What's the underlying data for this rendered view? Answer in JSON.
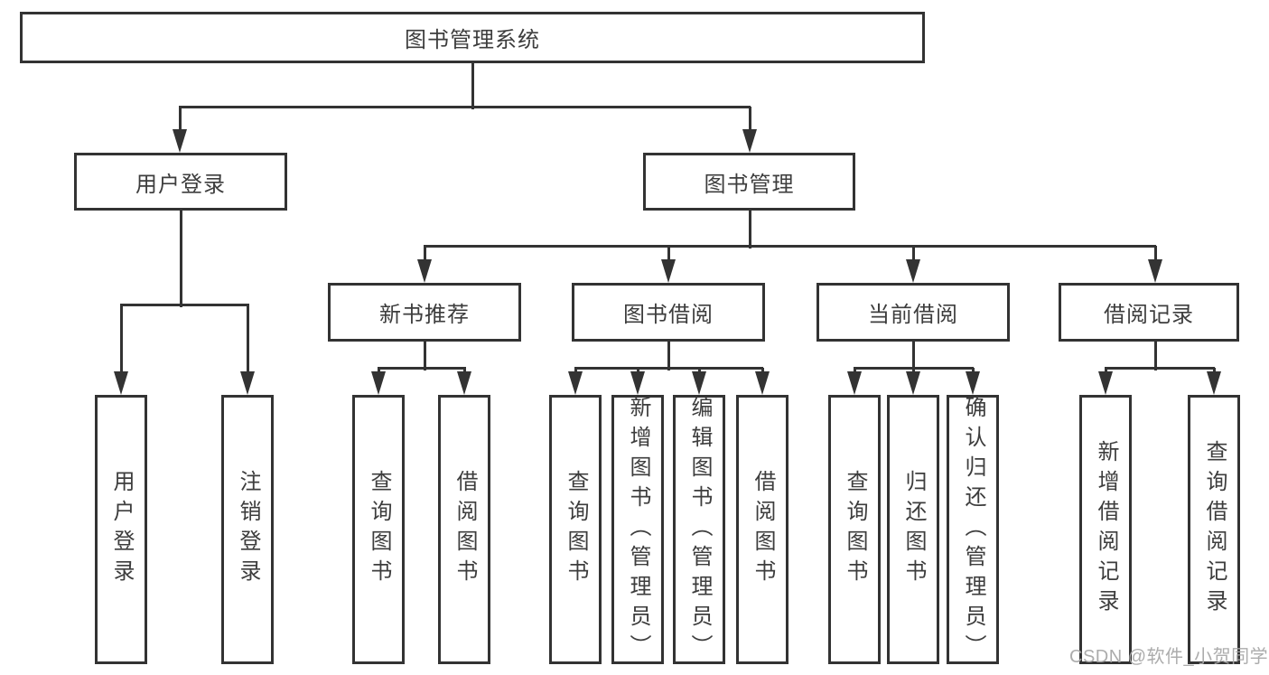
{
  "diagram": {
    "type": "hierarchy-tree",
    "nodes": {
      "root": "图书管理系统",
      "user_login": "用户登录",
      "book_mgmt": "图书管理",
      "l3": [
        "新书推荐",
        "图书借阅",
        "当前借阅",
        "借阅记录"
      ],
      "user_leaves": [
        "用户登录",
        "注销登录"
      ],
      "recommend_leaves": [
        "查询图书",
        "借阅图书"
      ],
      "borrow_leaves": [
        "查询图书",
        "新增图书（管理员）",
        "编辑图书（管理员）",
        "借阅图书"
      ],
      "current_leaves": [
        "查询图书",
        "归还图书",
        "确认归还（管理员）"
      ],
      "record_leaves": [
        "新增借阅记录",
        "查询借阅记录"
      ]
    },
    "structure": {
      "图书管理系统": [
        "用户登录",
        "图书管理"
      ],
      "用户登录": [
        "用户登录",
        "注销登录"
      ],
      "图书管理": [
        "新书推荐",
        "图书借阅",
        "当前借阅",
        "借阅记录"
      ],
      "新书推荐": [
        "查询图书",
        "借阅图书"
      ],
      "图书借阅": [
        "查询图书",
        "新增图书（管理员）",
        "编辑图书（管理员）",
        "借阅图书"
      ],
      "当前借阅": [
        "查询图书",
        "归还图书",
        "确认归还（管理员）"
      ],
      "借阅记录": [
        "新增借阅记录",
        "查询借阅记录"
      ]
    }
  },
  "watermark": {
    "text": "CSDN @软件_小贺同学"
  },
  "colors": {
    "line": "#333333",
    "node_border": "#333333",
    "node_text": "#3d3d3d",
    "background": "#ffffff",
    "watermark": "#a8a8a8"
  }
}
